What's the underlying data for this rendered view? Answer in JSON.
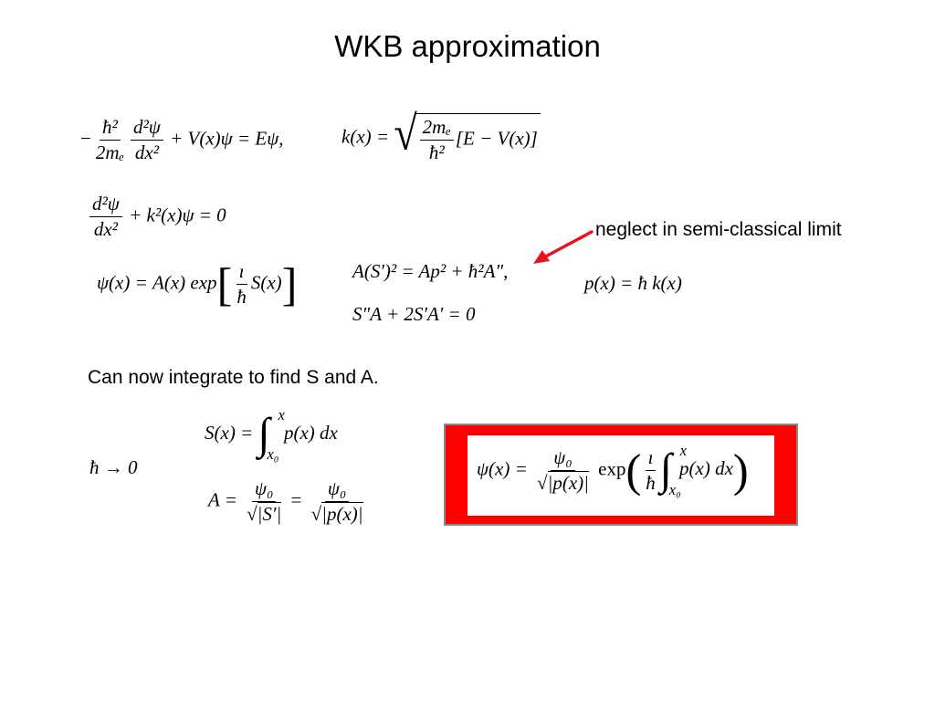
{
  "title": "WKB approximation",
  "note": "neglect in semi-classical limit",
  "integrate_text": "Can now integrate to find S and A.",
  "arrow_color": "#e8141b",
  "box_color": "#ff0000",
  "eqs": {
    "sch_minus": "−",
    "sch_num": "ħ²",
    "sch_den": "2mₑ",
    "sch_d_num": "d²ψ",
    "sch_d_den": "dx²",
    "sch_rest": "+ V(x)ψ = Eψ,",
    "k_lhs": "k(x) =",
    "k_num": "2mₑ",
    "k_den": "ħ²",
    "k_rest": "[E − V(x)]",
    "k2_num": "d²ψ",
    "k2_den": "dx²",
    "k2_rest": "+ k²(x)ψ = 0",
    "psi_lhs": "ψ(x) = A(x) exp",
    "psi_num": "ı",
    "psi_den": "ħ",
    "psi_S": "S(x)",
    "aS_eq": "A(S′)² = Ap² + ħ²A″,",
    "p_eq": "p(x) = ħ k(x)",
    "s2_eq": "S″A + 2S′A′ = 0",
    "hbar_limit": "ħ → 0",
    "S_lhs": "S(x) =",
    "S_int_up": "x",
    "S_int_lo": "x₀",
    "S_rest": "p(x) dx",
    "A_lhs": "A =",
    "A_num1": "ψ₀",
    "A_den1": "|S′|",
    "A_eq": "=",
    "A_num2": "ψ₀",
    "A_den2": "|p(x)|",
    "W_lhs": "ψ(x) =",
    "W_num": "ψ₀",
    "W_den": "|p(x)|",
    "W_exp": "exp",
    "W_fnum": "ı",
    "W_fden": "ħ",
    "W_int_up": "x",
    "W_int_lo": "x₀",
    "W_rest": "p(x) dx"
  }
}
